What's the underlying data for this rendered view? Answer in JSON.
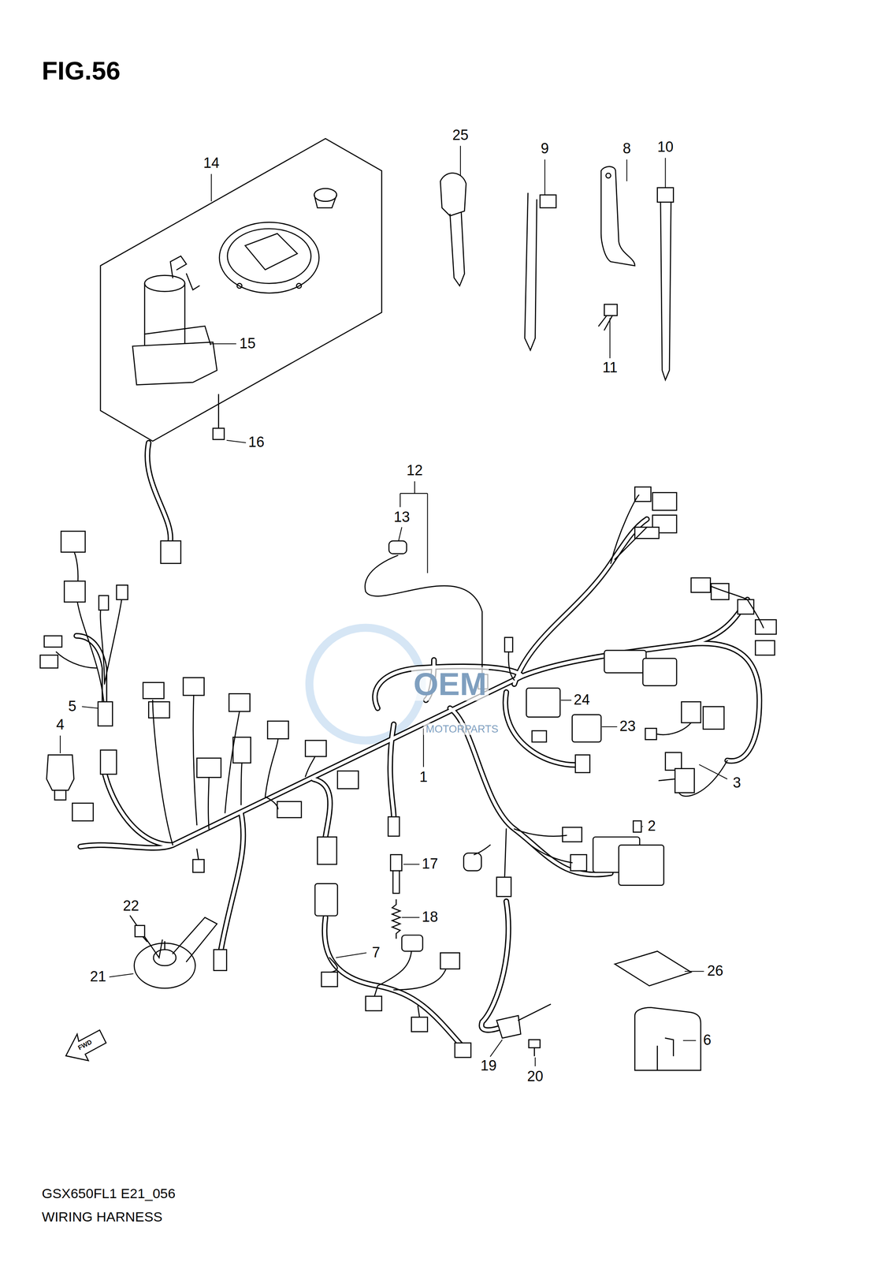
{
  "diagram": {
    "title": "FIG.56",
    "caption": "WIRING HARNESS",
    "labels": [
      "14",
      "25",
      "9",
      "8",
      "10",
      "15",
      "11",
      "16",
      "12",
      "13",
      "5",
      "4",
      "24",
      "23",
      "1",
      "3",
      "2",
      "17",
      "18",
      "22",
      "7",
      "21",
      "26",
      "6",
      "19",
      "20",
      "FWD",
      "OEM",
      "MOTORPARTS",
      "GSX650FL1 E21_056"
    ]
  }
}
